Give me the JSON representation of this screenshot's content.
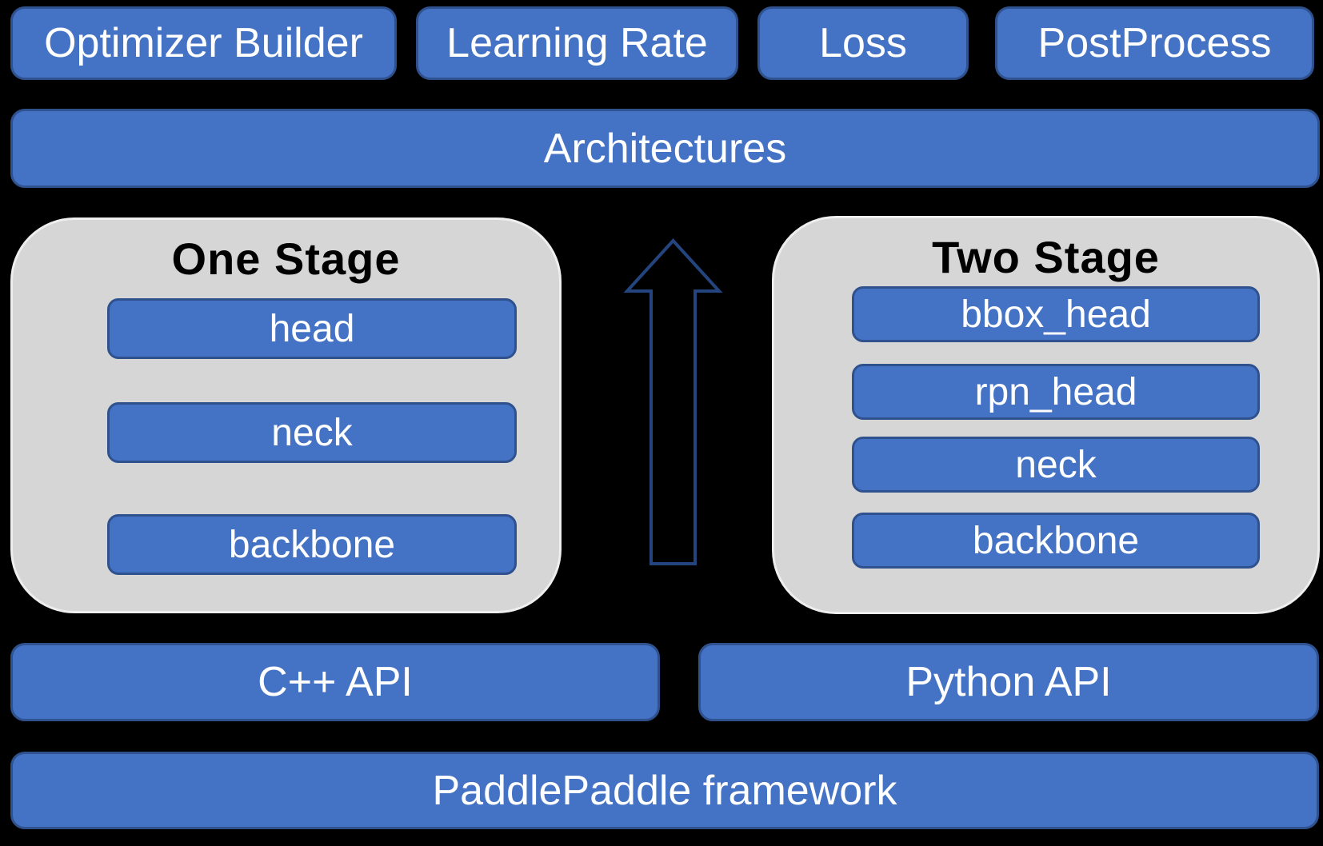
{
  "colors": {
    "background": "#000000",
    "box_fill": "#4472C4",
    "box_border": "#2F528F",
    "panel_fill": "#D6D6D6",
    "arrow_stroke": "#24447E",
    "box_text": "#FFFFFF",
    "panel_title_text": "#000000"
  },
  "top_row": {
    "items": [
      {
        "label": "Optimizer Builder"
      },
      {
        "label": "Learning Rate"
      },
      {
        "label": "Loss"
      },
      {
        "label": "PostProcess"
      }
    ]
  },
  "architectures": {
    "label": "Architectures"
  },
  "one_stage": {
    "title": "One Stage",
    "bars": [
      {
        "label": "head"
      },
      {
        "label": "neck"
      },
      {
        "label": "backbone"
      }
    ]
  },
  "two_stage": {
    "title": "Two Stage",
    "bars": [
      {
        "label": "bbox_head"
      },
      {
        "label": "rpn_head"
      },
      {
        "label": "neck"
      },
      {
        "label": "backbone"
      }
    ]
  },
  "arrow": {
    "icon": "up-arrow"
  },
  "api_row": {
    "cpp_label": "C++ API",
    "python_label": "Python API"
  },
  "framework": {
    "label": "PaddlePaddle framework"
  }
}
